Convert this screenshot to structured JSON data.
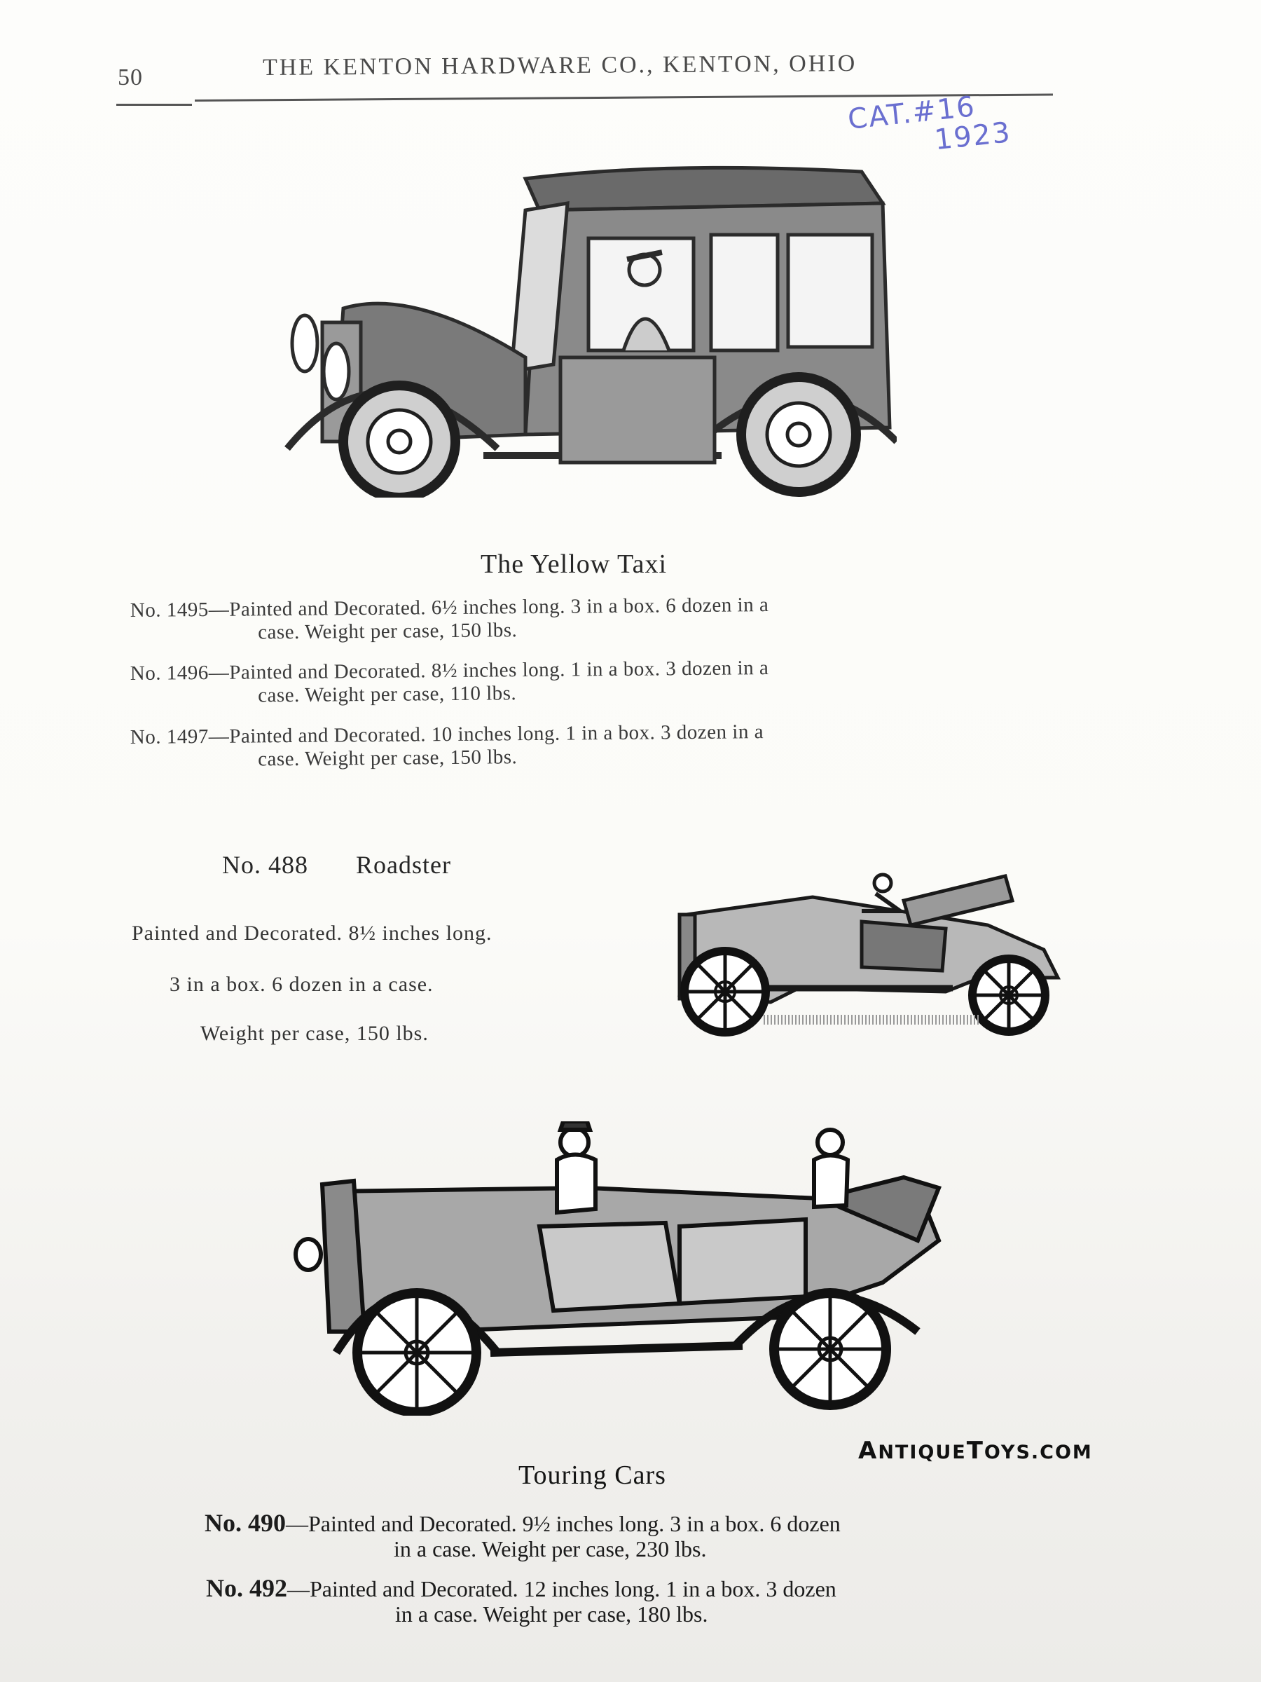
{
  "header": {
    "page_number": "50",
    "title": "THE KENTON HARDWARE CO., KENTON, OHIO"
  },
  "handwritten_note": {
    "line1": "CAT.#16",
    "line2": "1923",
    "color": "#6a6fd0"
  },
  "sections": {
    "yellow_taxi": {
      "illustration": "yellow-taxi-illustration",
      "title": "The Yellow Taxi",
      "entries": [
        {
          "number": "No. 1495",
          "line1": "No. 1495—Painted and Decorated.  6½ inches long.  3 in a box.  6 dozen in a",
          "line2": "case.  Weight per case, 150 lbs."
        },
        {
          "number": "No. 1496",
          "line1": "No. 1496—Painted and Decorated.  8½ inches long.  1 in a box.  3 dozen in a",
          "line2": "case.  Weight per case, 110 lbs."
        },
        {
          "number": "No. 1497",
          "line1": "No. 1497—Painted and Decorated.  10 inches long.  1 in a box.  3 dozen in a",
          "line2": "case.  Weight per case, 150 lbs."
        }
      ]
    },
    "roadster": {
      "illustration": "roadster-illustration",
      "title_number": "No. 488",
      "title_name": "Roadster",
      "lines": [
        "Painted and Decorated. 8½ inches long.",
        "3 in a box.  6 dozen in a case.",
        "Weight per case, 150 lbs."
      ]
    },
    "touring_cars": {
      "illustration": "touring-car-illustration",
      "title": "Touring Cars",
      "entries": [
        {
          "number": "No. 490",
          "line1": "—Painted and Decorated.  9½ inches long.  3 in a box.  6 dozen",
          "line2": "in a case.  Weight per case, 230 lbs."
        },
        {
          "number": "No. 492",
          "line1": "—Painted and Decorated.  12 inches long.  1 in a box.  3 dozen",
          "line2": "in a case.  Weight per case, 180 lbs."
        }
      ]
    }
  },
  "watermark": {
    "big_a": "A",
    "ntique": "NTIQUE",
    "big_t": "T",
    "oys": "OYS.COM"
  }
}
